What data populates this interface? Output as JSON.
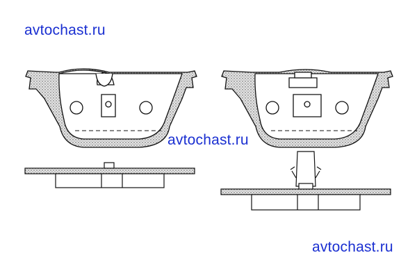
{
  "watermarks": {
    "top_left": "avtochast.ru",
    "center": "avtochast.ru",
    "bottom_right": "avtochast.ru"
  },
  "colors": {
    "watermark": "#1a2fd1",
    "line": "#111111",
    "friction_fill": "#c8c8c8"
  },
  "drawing": {
    "pads": [
      "brake-pad-left",
      "brake-pad-right"
    ],
    "views": [
      "front-view",
      "side-view"
    ]
  }
}
